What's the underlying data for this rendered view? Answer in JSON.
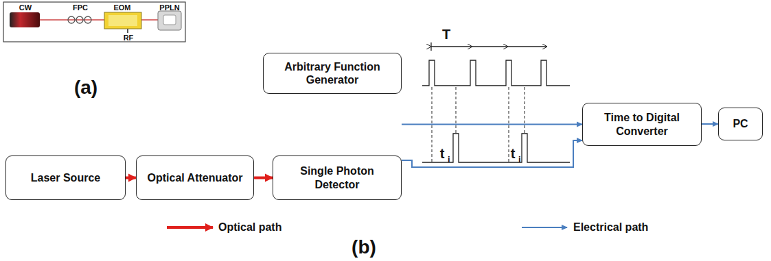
{
  "diagram": {
    "nodes": [
      {
        "text": [
          "Arbitrary Function Generator"
        ]
      },
      {
        "text": [
          "Laser Source"
        ]
      },
      {
        "text": [
          "Optical Attenuator"
        ]
      },
      {
        "text": [
          "Single Photon Detector"
        ]
      },
      {
        "text": [
          "Time to Digital Converter"
        ]
      },
      {
        "text": [
          "PC"
        ]
      }
    ],
    "edges": [
      {
        "from": 1,
        "to": 2,
        "arrow": "to"
      },
      {
        "from": 2,
        "to": 3,
        "arrow": "to"
      },
      {
        "from": 0,
        "to": 4,
        "arrow": "to"
      },
      {
        "from": 3,
        "to": 4,
        "arrow": "to"
      },
      {
        "from": 4,
        "to": 5,
        "arrow": "to"
      }
    ],
    "labels": [
      "CW",
      "FPC",
      "EOM",
      "PPLN",
      "RF",
      "(a)",
      "T",
      "t",
      "i",
      "t",
      "i",
      "(b)"
    ],
    "legend": [
      {
        "text": "Optical path"
      },
      {
        "text": "Electrical path"
      }
    ]
  }
}
